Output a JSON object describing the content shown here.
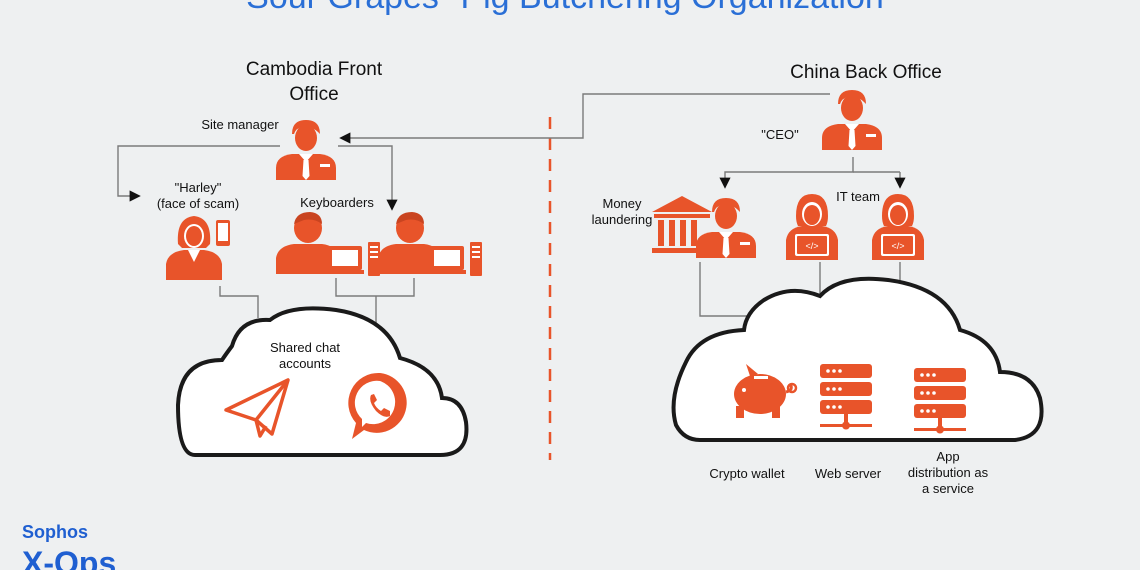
{
  "title": "Sour Grapes\" Pig Butchering Organization",
  "front_office": {
    "heading_line1": "Cambodia Front",
    "heading_line2": "Office",
    "site_manager": "Site manager",
    "harley_line1": "\"Harley\"",
    "harley_line2": "(face of scam)",
    "keyboarders": "Keyboarders",
    "cloud_line1": "Shared chat",
    "cloud_line2": "accounts"
  },
  "back_office": {
    "heading": "China Back Office",
    "ceo": "\"CEO\"",
    "money_line1": "Money",
    "money_line2": "laundering",
    "it_team": "IT team",
    "crypto_wallet": "Crypto wallet",
    "web_server": "Web  server",
    "app_line1": "App",
    "app_line2": "distribution as",
    "app_line3": "a service"
  },
  "logo": {
    "line1": "Sophos",
    "line2": "X-Ops"
  },
  "colors": {
    "accent": "#e8542a",
    "title": "#2a6fd6",
    "logo": "#1f5fd1",
    "background": "#eef0f1"
  },
  "icons": [
    "person-icon",
    "person-phone-icon",
    "keyboarder-computer-icon",
    "bank-icon",
    "developer-icon",
    "paper-plane-icon",
    "phone-bubble-icon",
    "piggy-bank-icon",
    "server-icon"
  ]
}
